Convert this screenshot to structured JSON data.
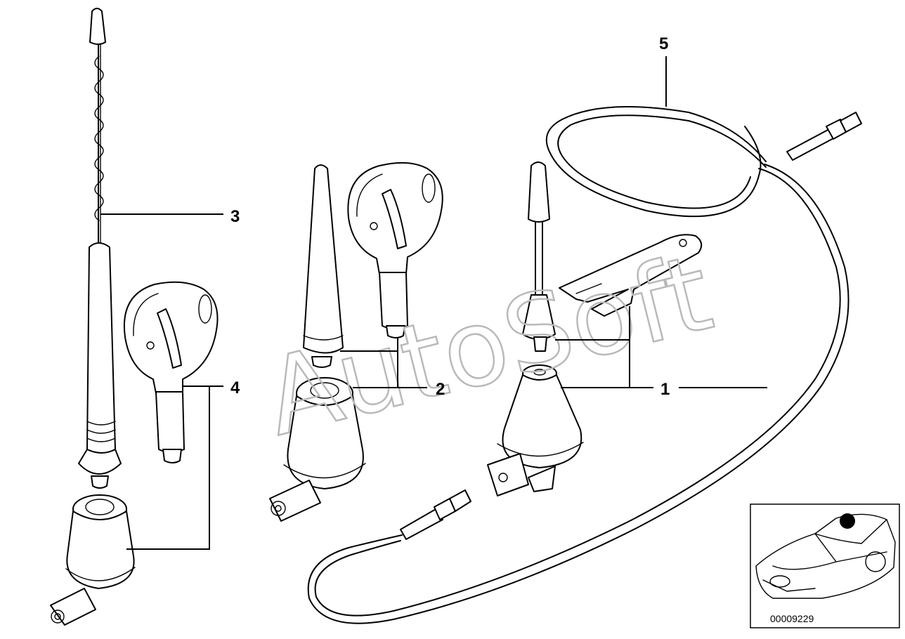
{
  "callouts": {
    "c1": "1",
    "c2": "2",
    "c3": "3",
    "c4": "4",
    "c5": "5"
  },
  "watermark": "AutoSoft",
  "inset": {
    "reference_number": "00009229"
  }
}
